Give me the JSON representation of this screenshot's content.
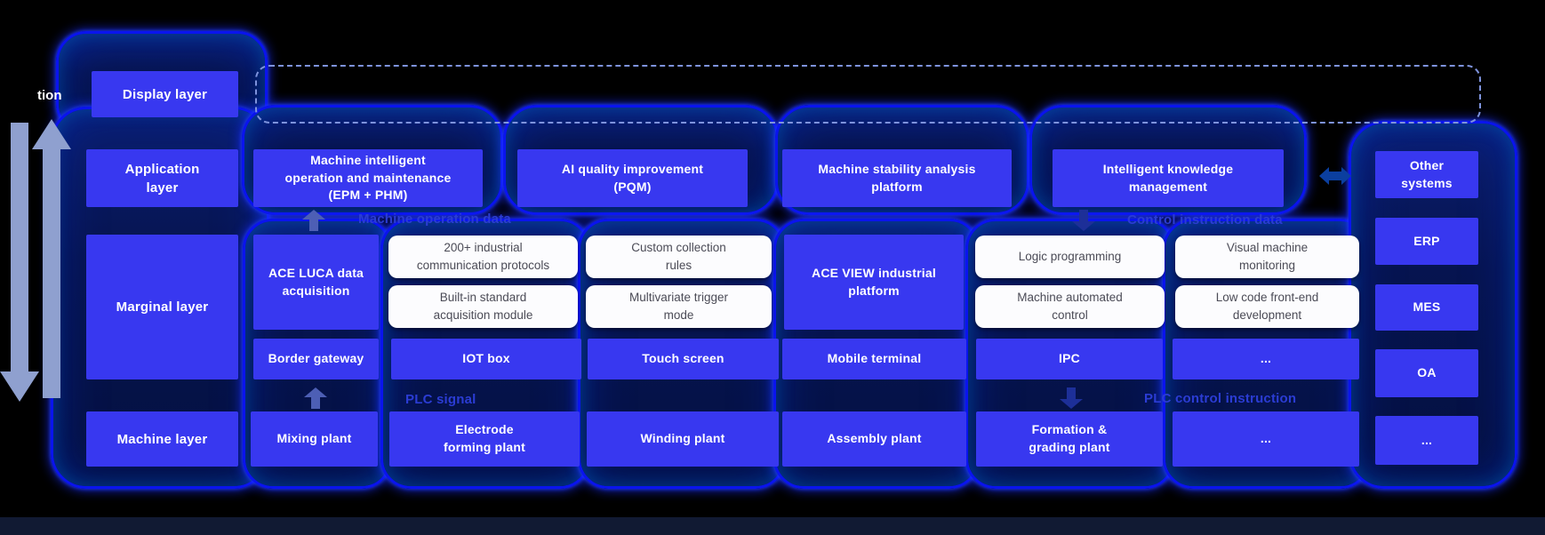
{
  "diagram": {
    "clipped_text": "tion",
    "layers": {
      "display": "Display layer",
      "application": "Application\nlayer",
      "marginal": "Marginal layer",
      "machine": "Machine layer"
    },
    "applications": [
      "Machine intelligent\noperation and maintenance\n(EPM + PHM)",
      "AI quality improvement\n(PQM)",
      "Machine stability analysis\nplatform",
      "Intelligent knowledge\nmanagement"
    ],
    "marginal": {
      "ace_luca": "ACE LUCA data\nacquisition",
      "ace_view": "ACE VIEW industrial\nplatform",
      "chips": [
        "200+ industrial\ncommunication protocols",
        "Built-in standard\nacquisition module",
        "Custom collection\nrules",
        "Multivariate trigger\nmode",
        "Logic programming",
        "Machine automated\ncontrol",
        "Visual machine\nmonitoring",
        "Low code front-end\ndevelopment"
      ]
    },
    "hardware": [
      "Border gateway",
      "IOT box",
      "Touch screen",
      "Mobile terminal",
      "IPC",
      "..."
    ],
    "machines": [
      "Mixing plant",
      "Electrode\nforming plant",
      "Winding plant",
      "Assembly plant",
      "Formation &\ngrading plant",
      "...",
      "..."
    ],
    "external": [
      "Other\nsystems",
      "ERP",
      "MES",
      "OA",
      "..."
    ],
    "flow_labels": {
      "machine_operation_data": "Machine operation data",
      "control_instruction_data": "Control instruction data",
      "plc_signal": "PLC signal",
      "plc_control_instruction": "PLC control instruction"
    },
    "colors": {
      "background": "#000000",
      "box_blue": "#3838f0",
      "container_border": "#0a14ee",
      "chip_bg": "#fcfcfe",
      "flow_label": "#2b3cd4",
      "side_arrow": "#8fa0cf",
      "small_up_arrow": "#4d5fb5",
      "small_down_arrow": "#1d2f98",
      "link_arrow": "#0b3f9f",
      "dashed_frame": "#7e93dd"
    }
  }
}
